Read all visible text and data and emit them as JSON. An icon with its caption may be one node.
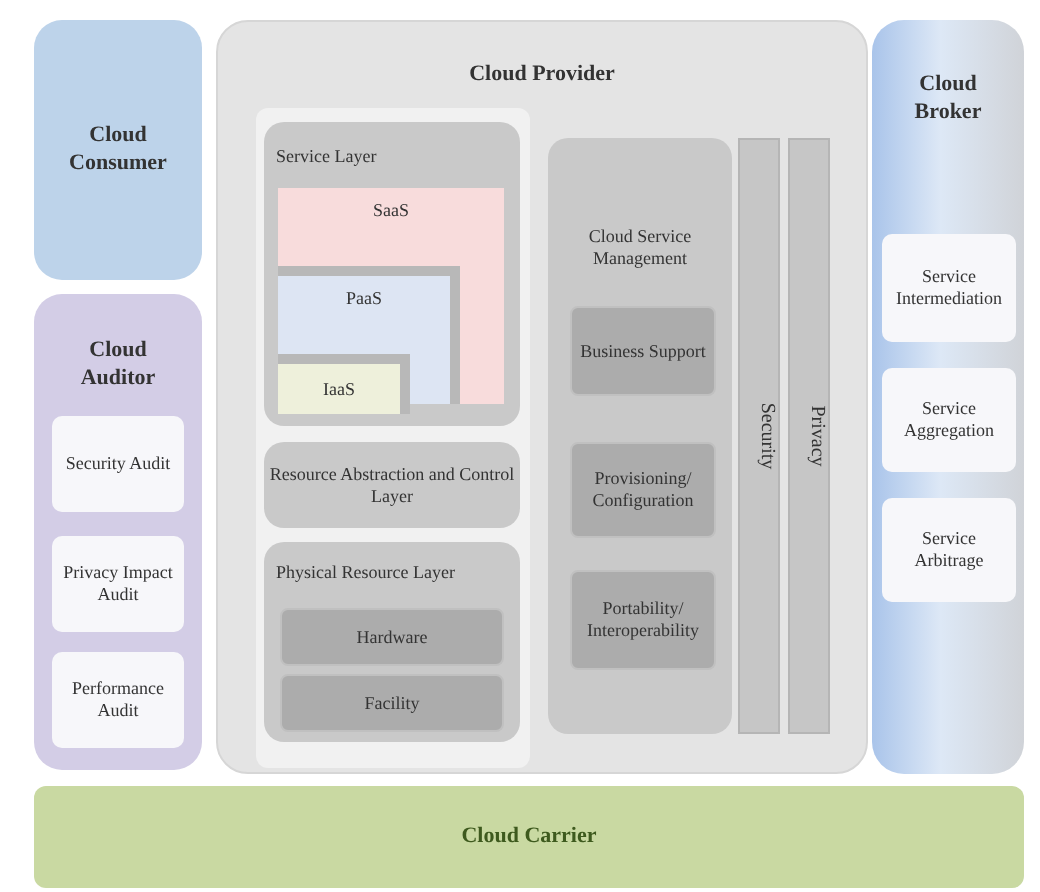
{
  "diagram": {
    "nodes": [
      {
        "text": [
          "Cloud Consumer"
        ]
      },
      {
        "text": [
          "Cloud Auditor"
        ]
      },
      {
        "text": [
          "Security Audit"
        ],
        "in": 1
      },
      {
        "text": [
          "Privacy Impact Audit"
        ],
        "in": 1
      },
      {
        "text": [
          "Performance Audit"
        ],
        "in": 1
      },
      {
        "text": [
          "Cloud Provider"
        ]
      },
      {
        "text": [
          "Service Layer"
        ],
        "in": 5
      },
      {
        "text": [
          "SaaS"
        ],
        "in": 6
      },
      {
        "text": [
          "PaaS"
        ],
        "in": 7
      },
      {
        "text": [
          "IaaS"
        ],
        "in": 8
      },
      {
        "text": [
          "Resource Abstraction and Control Layer"
        ],
        "in": 5
      },
      {
        "text": [
          "Physical Resource Layer"
        ],
        "in": 5
      },
      {
        "text": [
          "Hardware"
        ],
        "in": 11
      },
      {
        "text": [
          "Facility"
        ],
        "in": 11
      },
      {
        "text": [
          "Cloud Service Management"
        ],
        "in": 5
      },
      {
        "text": [
          "Business Support"
        ],
        "in": 14
      },
      {
        "text": [
          "Provisioning/ Configuration"
        ],
        "in": 14
      },
      {
        "text": [
          "Portability/ Interoperability"
        ],
        "in": 14
      },
      {
        "text": [
          "Security"
        ],
        "in": 5
      },
      {
        "text": [
          "Privacy"
        ],
        "in": 5
      },
      {
        "text": [
          "Cloud Broker"
        ]
      },
      {
        "text": [
          "Service Intermediation"
        ],
        "in": 20
      },
      {
        "text": [
          "Service Aggregation"
        ],
        "in": 20
      },
      {
        "text": [
          "Service Arbitrage"
        ],
        "in": 20
      },
      {
        "text": [
          "Cloud Carrier"
        ]
      }
    ]
  }
}
